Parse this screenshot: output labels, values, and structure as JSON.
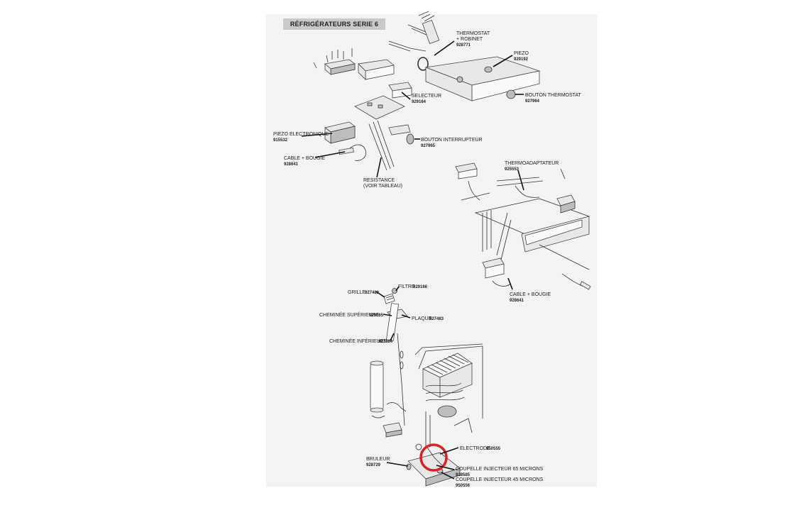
{
  "title": "RÉFRIGÉRATEURS SERIE 6",
  "labels": {
    "thermostat": {
      "name_line1": "THERMOSTAT",
      "name_line2": "+ ROBINET",
      "code": "928771"
    },
    "piezo": {
      "name": "PIEZO",
      "code": "929192"
    },
    "bouton_thermostat": {
      "name": "BOUTON THERMOSTAT",
      "code": "927964"
    },
    "selecteur": {
      "name": "SELECTEUR",
      "code": "929164"
    },
    "piezo_electronique": {
      "name": "PIEZO ELECTRONIQUE",
      "code": "915532"
    },
    "bouton_interrupteur": {
      "name": "BOUTON INTERRUPTEUR",
      "code": "927965"
    },
    "cable_bougie_top": {
      "name": "CABLE + BOUGIE",
      "code": "928641"
    },
    "resistance": {
      "name_line1": "RESISTANCE",
      "name_line2": "(VOIR TABLEAU)"
    },
    "thermoadaptateur": {
      "name": "THERMOADAPTATEUR",
      "code": "925553"
    },
    "cable_bougie_right": {
      "name": "CABLE + BOUGIE",
      "code": "928641"
    },
    "grille": {
      "name": "GRILLE",
      "code": "927482"
    },
    "filtre": {
      "name": "FILTRE",
      "code": "929166"
    },
    "cheminee_superieure": {
      "name": "CHEMINÉE SUPÉRIEURE",
      "code": "929165"
    },
    "plaque": {
      "name": "PLAQUE",
      "code": "927483"
    },
    "cheminee_inferieure": {
      "name": "CHEMINÉE INFÉRIEURE",
      "code": "927484"
    },
    "electrode": {
      "name": "ELECTRODE",
      "code": "950555"
    },
    "bruleur": {
      "name": "BRULEUR",
      "code": "928729"
    },
    "coupelle_65": {
      "name": "COUPELLE INJECTEUR 65 MICRONS",
      "code": "928585"
    },
    "coupelle_45": {
      "name": "COUPELLE INJECTEUR 45 MICRONS",
      "code": "950556"
    }
  },
  "colors": {
    "highlight_circle": "#e02020",
    "title_bar": "#c9c9c9",
    "sheet": "#f3f3f3"
  }
}
